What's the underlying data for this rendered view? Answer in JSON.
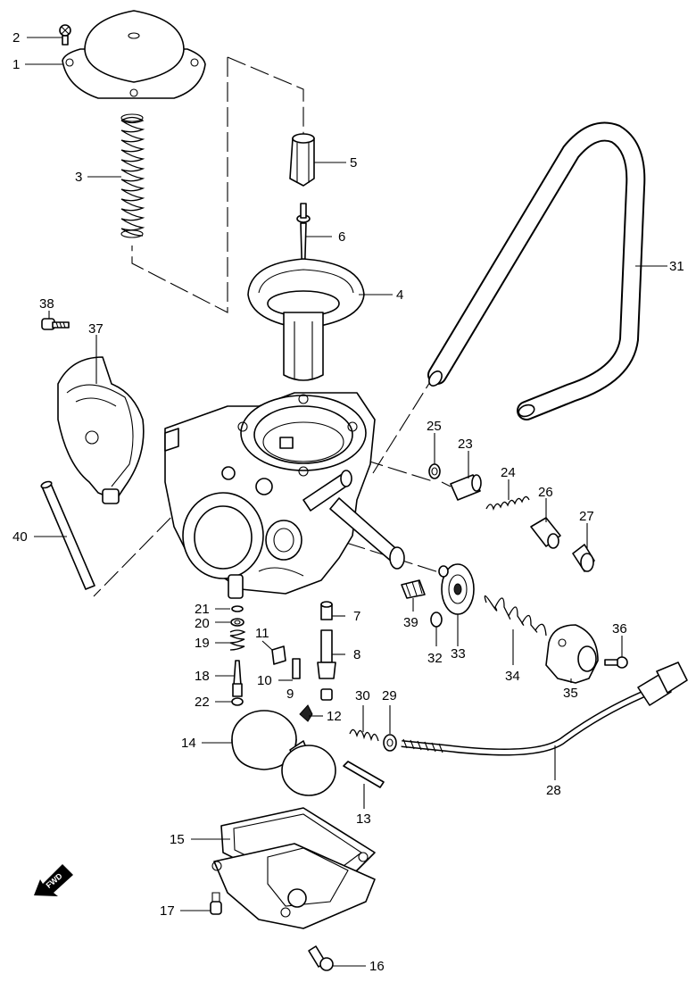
{
  "diagram": {
    "fwd_label": "FWD",
    "callouts": [
      {
        "id": "c1",
        "num": "1"
      },
      {
        "id": "c2",
        "num": "2"
      },
      {
        "id": "c3",
        "num": "3"
      },
      {
        "id": "c4",
        "num": "4"
      },
      {
        "id": "c5",
        "num": "5"
      },
      {
        "id": "c6",
        "num": "6"
      },
      {
        "id": "c7",
        "num": "7"
      },
      {
        "id": "c8",
        "num": "8"
      },
      {
        "id": "c9",
        "num": "9"
      },
      {
        "id": "c10",
        "num": "10"
      },
      {
        "id": "c11",
        "num": "11"
      },
      {
        "id": "c12",
        "num": "12"
      },
      {
        "id": "c13",
        "num": "13"
      },
      {
        "id": "c14",
        "num": "14"
      },
      {
        "id": "c15",
        "num": "15"
      },
      {
        "id": "c16",
        "num": "16"
      },
      {
        "id": "c17",
        "num": "17"
      },
      {
        "id": "c18",
        "num": "18"
      },
      {
        "id": "c19",
        "num": "19"
      },
      {
        "id": "c20",
        "num": "20"
      },
      {
        "id": "c21",
        "num": "21"
      },
      {
        "id": "c22",
        "num": "22"
      },
      {
        "id": "c23",
        "num": "23"
      },
      {
        "id": "c24",
        "num": "24"
      },
      {
        "id": "c25",
        "num": "25"
      },
      {
        "id": "c26",
        "num": "26"
      },
      {
        "id": "c27",
        "num": "27"
      },
      {
        "id": "c28",
        "num": "28"
      },
      {
        "id": "c29",
        "num": "29"
      },
      {
        "id": "c30",
        "num": "30"
      },
      {
        "id": "c31",
        "num": "31"
      },
      {
        "id": "c32",
        "num": "32"
      },
      {
        "id": "c33",
        "num": "33"
      },
      {
        "id": "c34",
        "num": "34"
      },
      {
        "id": "c35",
        "num": "35"
      },
      {
        "id": "c36",
        "num": "36"
      },
      {
        "id": "c37",
        "num": "37"
      },
      {
        "id": "c38",
        "num": "38"
      },
      {
        "id": "c39",
        "num": "39"
      },
      {
        "id": "c40",
        "num": "40"
      }
    ]
  }
}
